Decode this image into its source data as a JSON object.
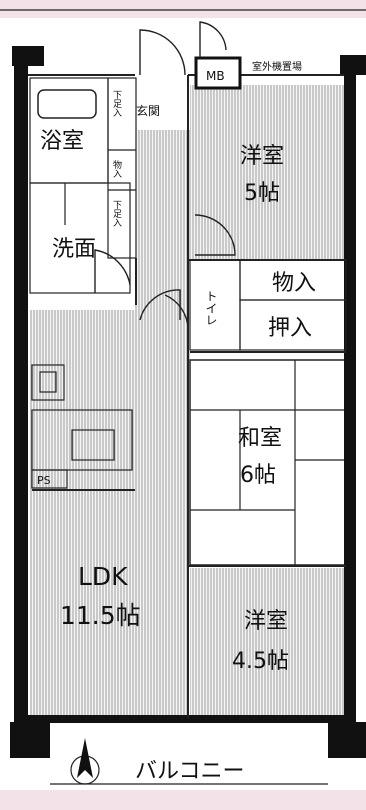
{
  "rooms": {
    "bath": "浴室",
    "entrance": "玄関",
    "washroom": "洗面",
    "western1_name": "洋室",
    "western1_size": "5帖",
    "mb": "MB",
    "outdoor_unit": "室外機置場",
    "storage": "物入",
    "closet": "押入",
    "toilet": "トイレ",
    "japanese_name": "和室",
    "japanese_size": "6帖",
    "ldk_name": "LDK",
    "ldk_size": "11.5帖",
    "western2_name": "洋室",
    "western2_size": "4.5帖",
    "shoebox_top": "下足入",
    "shoebox_mid": "物入",
    "shoebox_bottom": "下足入",
    "ps": "PS",
    "balcony": "バルコニー"
  },
  "icons": {
    "north": "north-arrow-icon",
    "fridge": "refrigerator-icon",
    "stove": "stove-icon",
    "sink": "kitchen-sink-icon",
    "bathtub": "bathtub-icon"
  }
}
